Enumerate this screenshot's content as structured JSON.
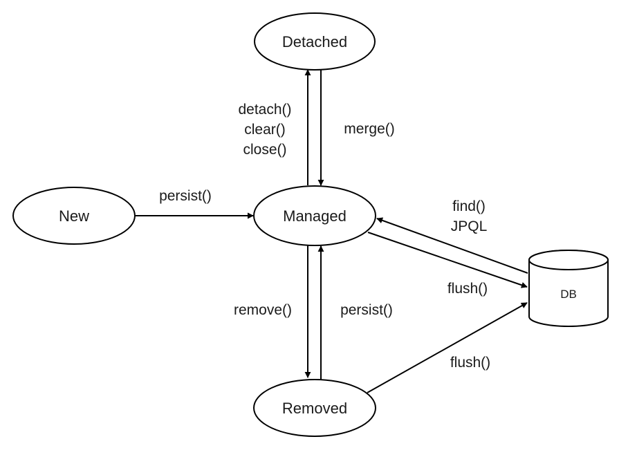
{
  "diagram": {
    "nodes": {
      "detached": "Detached",
      "new": "New",
      "managed": "Managed",
      "removed": "Removed",
      "db": "DB"
    },
    "edges": {
      "detach": "detach()",
      "clear": "clear()",
      "close": "close()",
      "merge": "merge()",
      "persist_new": "persist()",
      "find": "find()",
      "jpql": "JPQL",
      "flush_managed": "flush()",
      "remove": "remove()",
      "persist_removed": "persist()",
      "flush_removed": "flush()"
    }
  }
}
